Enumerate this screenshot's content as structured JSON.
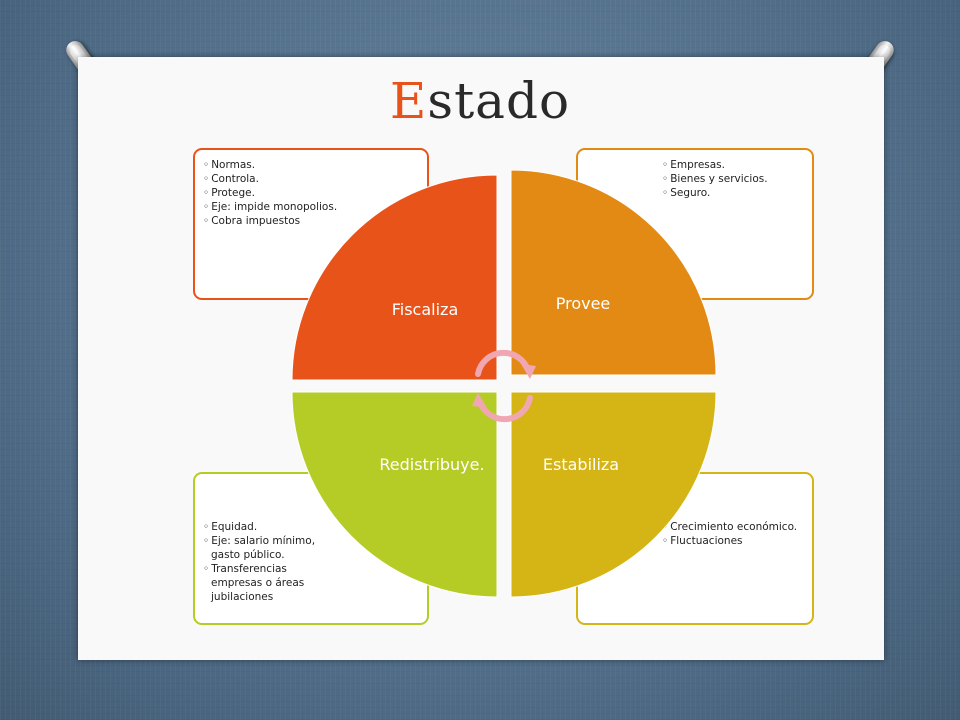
{
  "title": {
    "first_letter": "E",
    "rest": "stado"
  },
  "colors": {
    "fiscaliza": "#e8531a",
    "provee": "#e28a14",
    "redistribuye": "#b6cc26",
    "estabiliza": "#d5b516",
    "arrows": "#f0a7b2"
  },
  "quadrants": {
    "fiscaliza": {
      "label": "Fiscaliza",
      "notes": [
        "Normas.",
        "Controla.",
        "Protege.",
        "Eje: impide monopolios.",
        "Cobra impuestos"
      ]
    },
    "provee": {
      "label": "Provee",
      "notes": [
        "Empresas.",
        "Bienes y servicios.",
        "Seguro."
      ]
    },
    "redistribuye": {
      "label": "Redistribuye.",
      "notes": [
        "Equidad.",
        "Eje: salario mínimo, gasto público.",
        "Transferencias empresas o áreas jubilaciones"
      ]
    },
    "estabiliza": {
      "label": "Estabiliza",
      "notes": [
        "Crecimiento económico.",
        "Fluctuaciones"
      ]
    }
  }
}
